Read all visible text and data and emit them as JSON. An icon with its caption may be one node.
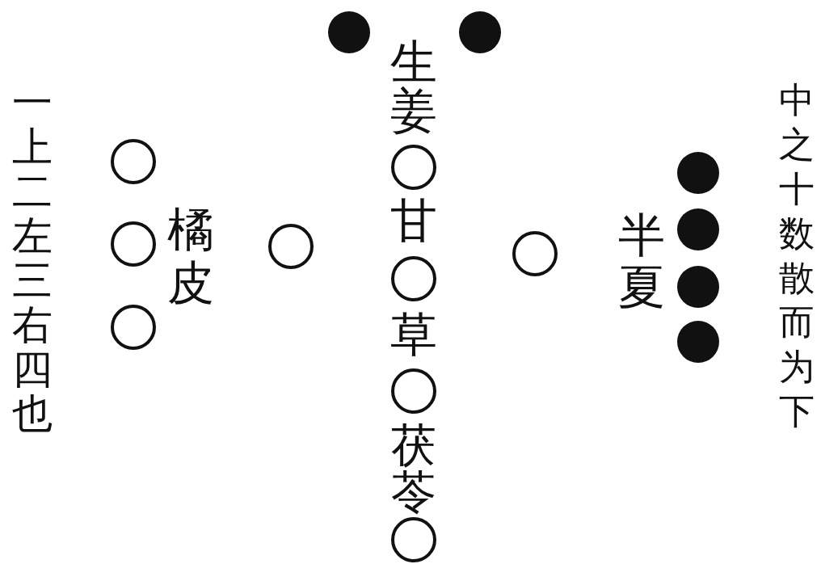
{
  "diagram": {
    "nodes": [
      {
        "text": [],
        "shape": "circle"
      },
      {
        "text": [],
        "shape": "circle"
      },
      {
        "text": [],
        "shape": "circle"
      },
      {
        "text": [],
        "shape": "circle"
      },
      {
        "text": [],
        "shape": "dot"
      },
      {
        "text": [],
        "shape": "circle"
      },
      {
        "text": [],
        "shape": "circle"
      },
      {
        "text": [],
        "shape": "circle"
      },
      {
        "text": [],
        "shape": "circle"
      },
      {
        "text": [],
        "shape": "dot"
      },
      {
        "text": [],
        "shape": "circle"
      },
      {
        "text": [],
        "shape": "dot"
      },
      {
        "text": [],
        "shape": "dot"
      },
      {
        "text": [],
        "shape": "dot"
      },
      {
        "text": [],
        "shape": "dot"
      }
    ],
    "labels": [
      "一上二左三右四也",
      "橘皮",
      "生姜",
      "甘",
      "草",
      "茯苓",
      "半夏",
      "中之十数散而为下"
    ]
  }
}
